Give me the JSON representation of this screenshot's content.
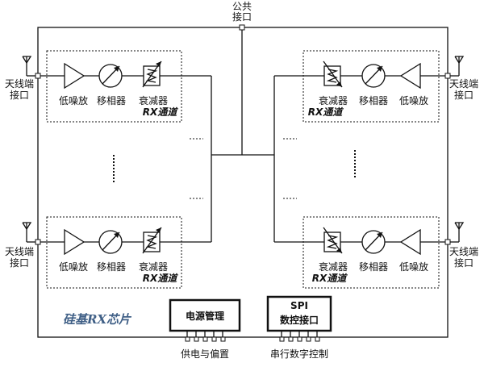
{
  "labels": {
    "common_port": [
      "公共",
      "接口"
    ],
    "antenna_port": [
      "天线端",
      "接口"
    ],
    "lna": "低噪放",
    "phase_shifter": "移相器",
    "attenuator": "衰减器",
    "rx_channel": "RX通道",
    "chip_title": "硅基RX芯片",
    "power_mgmt": "电源管理",
    "spi_block": [
      "SPI",
      "数控接口"
    ],
    "power_bias": "供电与偏置",
    "serial_ctrl": "串行数字控制"
  }
}
